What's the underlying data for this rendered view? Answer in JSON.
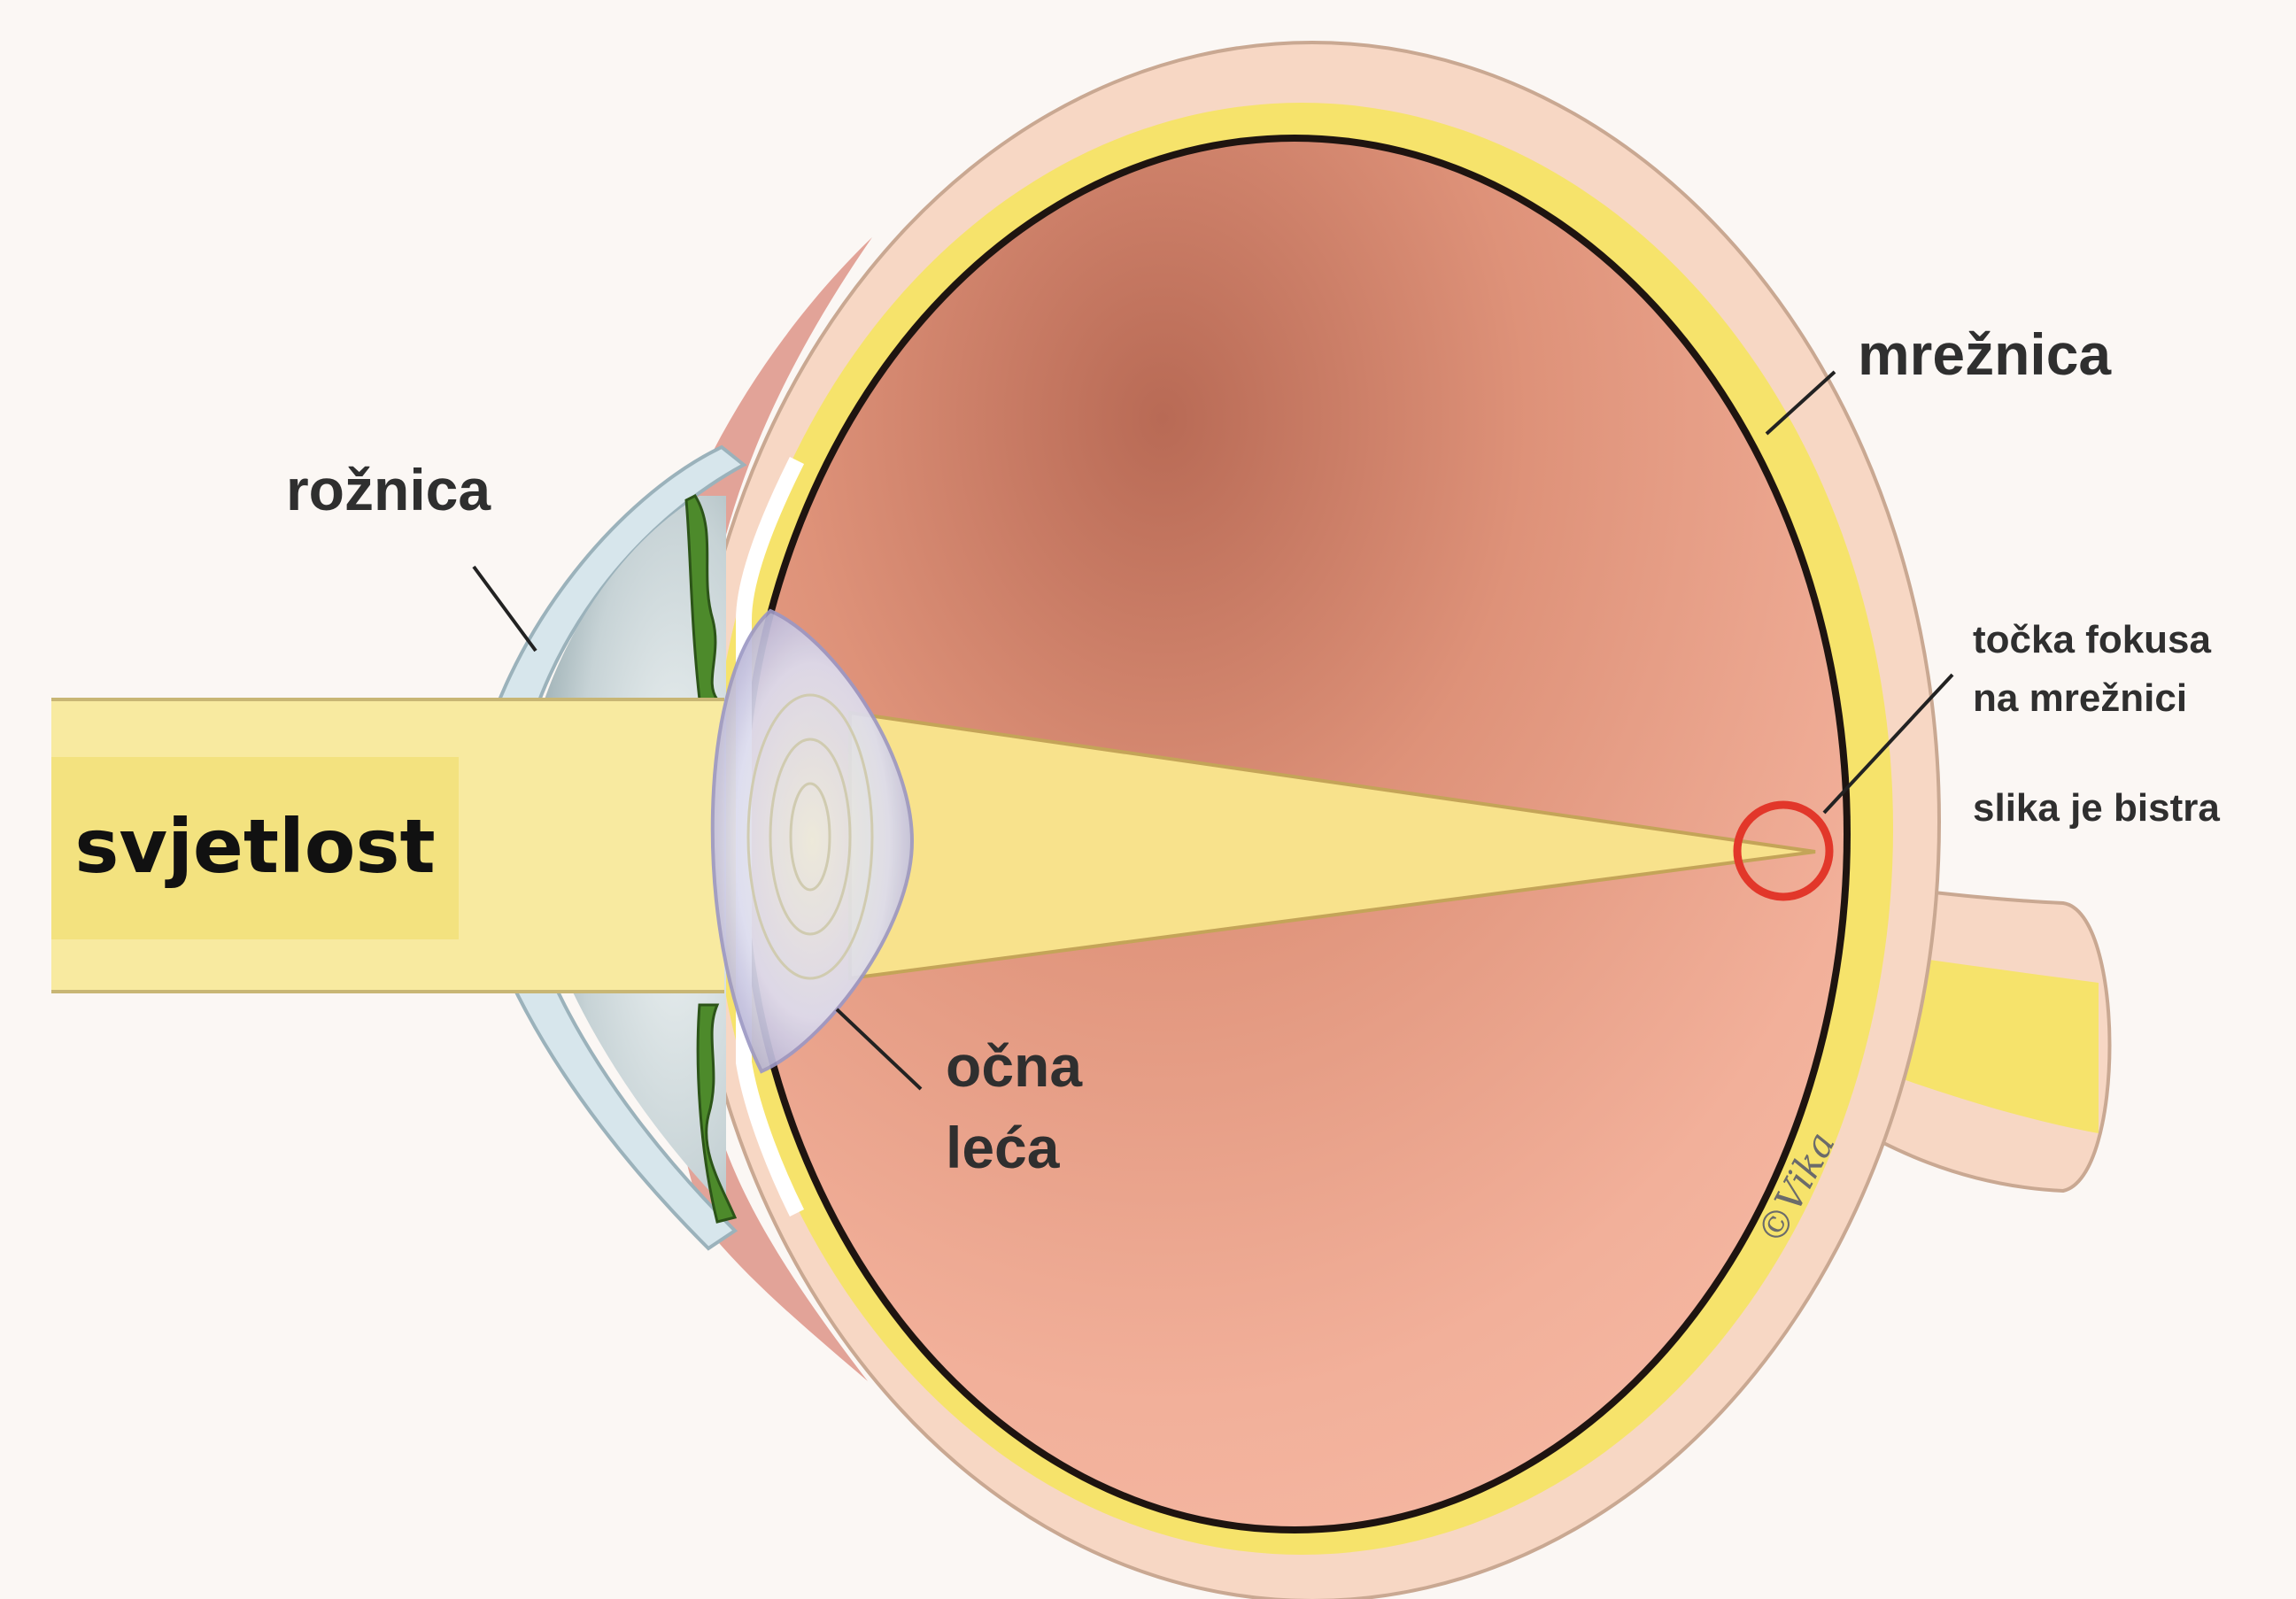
{
  "labels": {
    "cornea": "rožnica",
    "retina": "mrežnica",
    "lens_line1": "očna",
    "lens_line2": "leća",
    "focus_line1": "točka fokusa",
    "focus_line2": "na mrežnici",
    "image_clear": "slika je bistra",
    "light": "svjetlost"
  },
  "signature": "©Vika",
  "colors": {
    "background": "#fbf7f4",
    "sclera": "#f7d7c4",
    "retina_band": "#f6e36b",
    "interior": "#e0957d",
    "light_beam": "#f8eaa0",
    "label_box": "#f3e27f",
    "focus_circle": "#e2372a",
    "iris": "#4d8a2b"
  }
}
